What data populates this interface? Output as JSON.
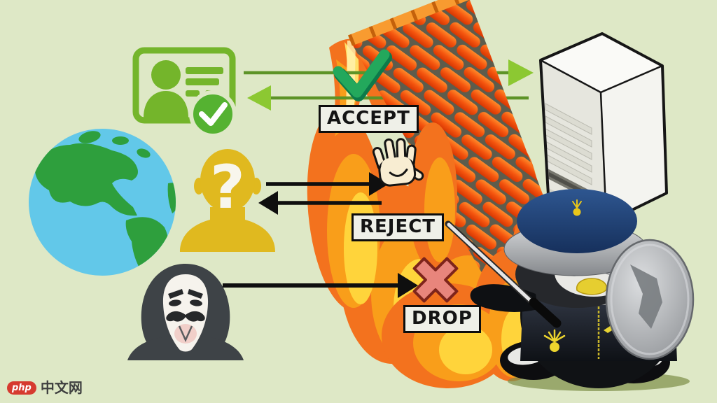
{
  "labels": {
    "accept": "ACCEPT",
    "reject": "REJECT",
    "drop": "DROP"
  },
  "icons": {
    "question_glyph": "?",
    "check_glyph": "✓",
    "cross_glyph": "✕",
    "stop_hand_glyph": "✋"
  },
  "watermark": {
    "badge": "php",
    "site_name": "中文网"
  },
  "colors": {
    "background": "#dee8c6",
    "accept_arrow_green": "#8cc832",
    "card_green": "#74b52b",
    "globe_ocean_blue": "#62c8e9",
    "globe_land_green": "#2e9f3d",
    "unknown_user_yellow": "#e0b91f",
    "hacker_gray": "#3e4347",
    "brick_orange": "#f4540e",
    "flame_deep_orange": "#f3721e",
    "flame_orange": "#f99e1a",
    "flame_yellow": "#ffd43b",
    "reject_arrow_black": "#0f0f0f",
    "drop_cross_red": "#e8857c",
    "label_box_bg": "#eff0e8",
    "gendarme_blue": "#1c3e6e",
    "watermark_red": "#d63a2f"
  }
}
